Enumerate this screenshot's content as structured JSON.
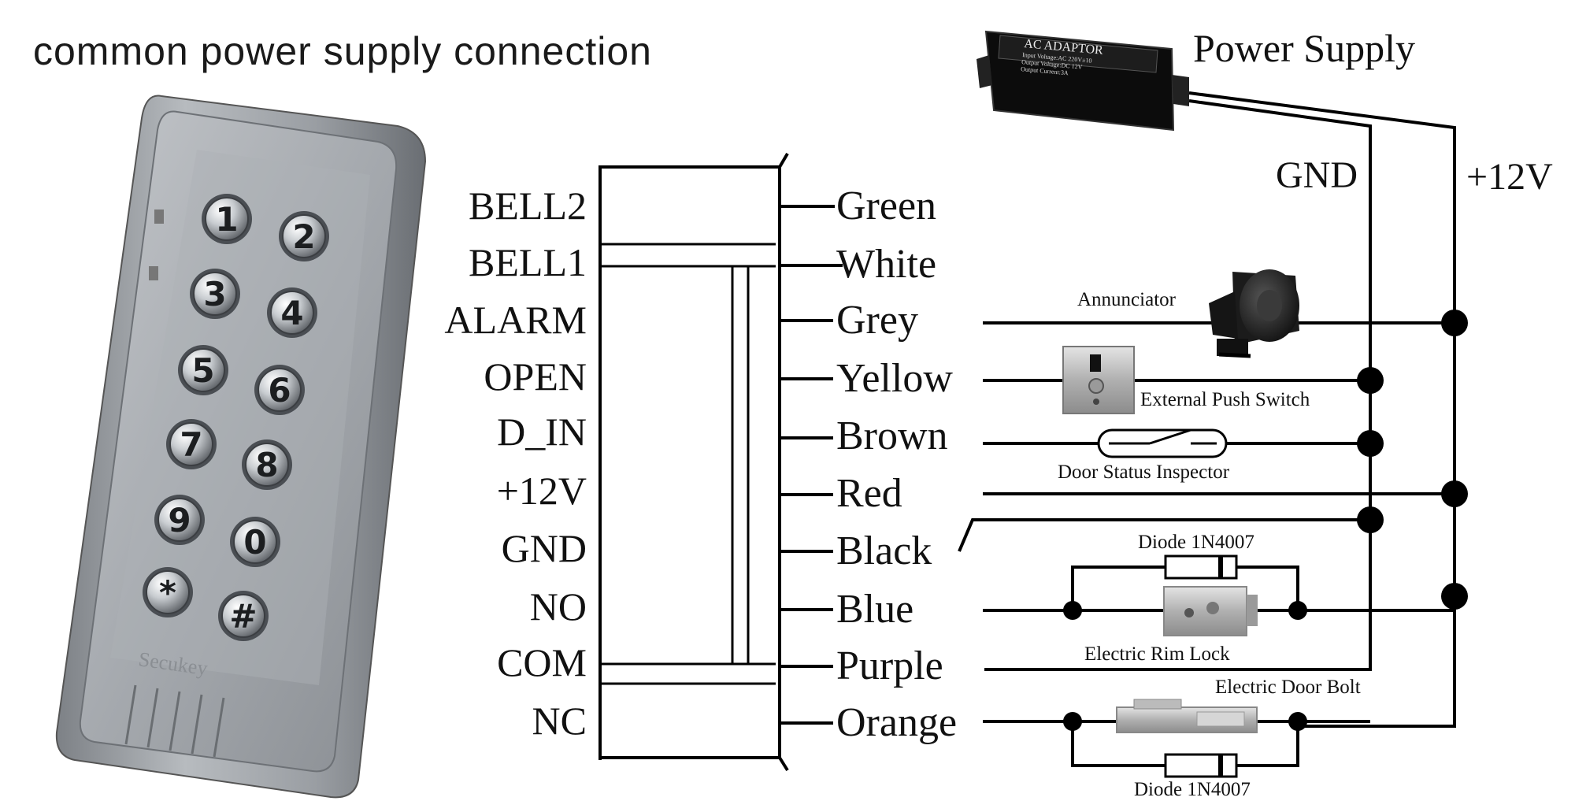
{
  "title": "common power supply  connection",
  "power_supply": {
    "label": "Power Supply",
    "adaptor_title": "AC ADAPTOR",
    "adaptor_lines": [
      "Input Voltage:AC 220V±10",
      "Output Voltage:DC 12V",
      "Output Current:3A"
    ]
  },
  "rails": {
    "gnd": "GND",
    "plus12": "+12V"
  },
  "keypad": {
    "keys": [
      "1",
      "2",
      "3",
      "4",
      "5",
      "6",
      "7",
      "8",
      "9",
      "0",
      "*",
      "#"
    ],
    "brand": "Secukey"
  },
  "terminals": [
    "BELL2",
    "BELL1",
    "ALARM",
    "OPEN",
    "D_IN",
    "+12V",
    "GND",
    "NO",
    "COM",
    "NC"
  ],
  "wires": [
    "Green",
    "White",
    "Grey",
    "Yellow",
    "Brown",
    "Red",
    "Black",
    "Blue",
    "Purple",
    "Orange"
  ],
  "devices": {
    "annunciator": "Annunciator",
    "push_switch": "External Push Switch",
    "door_status": "Door Status Inspector",
    "diode_top": "Diode 1N4007",
    "rim_lock": "Electric Rim Lock",
    "door_bolt": "Electric Door Bolt",
    "diode_bottom": "Diode 1N4007"
  }
}
